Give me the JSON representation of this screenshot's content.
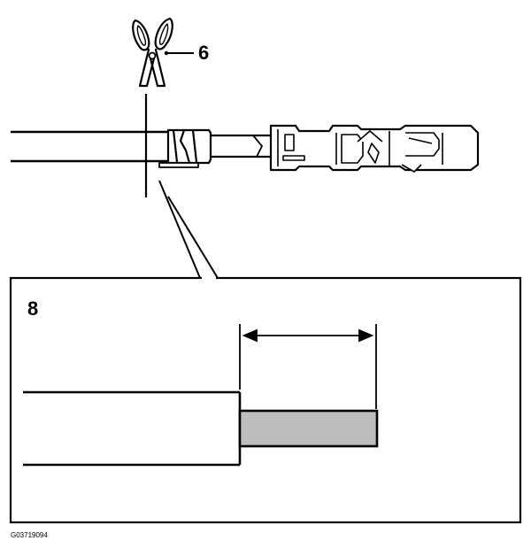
{
  "callouts": {
    "cutter": "6",
    "detail": "8"
  },
  "icons": {
    "cutter": "scissors-icon"
  },
  "colors": {
    "line": "#000000",
    "conductor": "#bdbdbd",
    "background": "#ffffff"
  },
  "figure_ref": "G03719094"
}
